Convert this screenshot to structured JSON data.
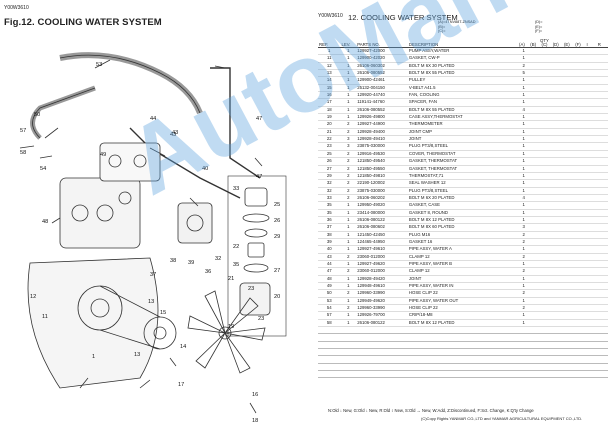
{
  "doc_id_left": "Y00W3610",
  "doc_id_right": "Y00W3610",
  "figure_title": "Fig.12.  COOLING WATER SYSTEM",
  "right_title": "12.  COOLING WATER SYSTEM",
  "watermark": "AutoManual",
  "models": {
    "a": "(A)=4TNV88T-ZNSAD",
    "b": "(B)=",
    "c": "(C)=",
    "d": "(D)=",
    "e": "(E)=",
    "f": "(F)="
  },
  "table": {
    "headers": {
      "ref": "REF.",
      "lev": "LEV.",
      "parts": "PARTS NO.",
      "desc": "DESCRIPTION",
      "qty": "QTY",
      "i": "I",
      "r": "R",
      "cols": [
        "(A)",
        "(B)",
        "(C)",
        "(D)",
        "(E)",
        "(F)"
      ]
    },
    "rows": [
      [
        "1",
        "1",
        "129927-42000",
        "PUMP ASSY,WATER",
        "1"
      ],
      [
        "11",
        "1",
        "129900-42020",
        "GASKET, CW-P",
        "1"
      ],
      [
        "12",
        "1",
        "26106-060302",
        "BOLT M 6X 30 PLATED",
        "2"
      ],
      [
        "13",
        "1",
        "26106-080552",
        "BOLT M 8X 55 PLATED",
        "5"
      ],
      [
        "14",
        "1",
        "129900-42461",
        "PULLEY",
        "1"
      ],
      [
        "15",
        "1",
        "25132-004150",
        "V-BELT A41.5",
        "1"
      ],
      [
        "16",
        "1",
        "129920-44740",
        "FAN, COOLING",
        "1"
      ],
      [
        "17",
        "1",
        "119141-44760",
        "SPACER, FAN",
        "1"
      ],
      [
        "18",
        "1",
        "26106-080552",
        "BOLT M 8X 55 PLATED",
        "4"
      ],
      [
        "19",
        "1",
        "129926-49800",
        "CASE ASSY,THERMOSTAT",
        "1"
      ],
      [
        "20",
        "2",
        "129927-44900",
        "THERMOMETER",
        "1"
      ],
      [
        "21",
        "2",
        "129928-49400",
        "JOINT CMP",
        "1"
      ],
      [
        "22",
        "3",
        "129928-49410",
        "JOINT",
        "1"
      ],
      [
        "23",
        "3",
        "23875-030000",
        "PLUG PT3/8,STEEL",
        "1"
      ],
      [
        "25",
        "2",
        "129916-49530",
        "COVER, THERMOSTAT",
        "1"
      ],
      [
        "26",
        "2",
        "121850-49540",
        "GASKET, THERMOSTAT",
        "1"
      ],
      [
        "27",
        "2",
        "121850-49550",
        "GASKET, THERMOSTAT",
        "1"
      ],
      [
        "29",
        "2",
        "121850-49810",
        "THERMOSTAT,71",
        "1"
      ],
      [
        "32",
        "2",
        "22190-120002",
        "SEAL WASHER 12",
        "1"
      ],
      [
        "32",
        "2",
        "23875-030000",
        "PLUG PT3/8,STEEL",
        "1"
      ],
      [
        "33",
        "2",
        "26106-060202",
        "BOLT M 6X 20 PLATED",
        "4"
      ],
      [
        "35",
        "1",
        "129950-49020",
        "GASKET, CASE",
        "1"
      ],
      [
        "35",
        "1",
        "23414-080000",
        "GASKET 8, ROUND",
        "1"
      ],
      [
        "36",
        "1",
        "26106-080122",
        "BOLT M 8X 12 PLATED",
        "1"
      ],
      [
        "37",
        "1",
        "26106-080602",
        "BOLT M 8X 60 PLATED",
        "3"
      ],
      [
        "38",
        "1",
        "121450-42450",
        "PLUG M16",
        "2"
      ],
      [
        "39",
        "1",
        "124465-44950",
        "GASKET 16",
        "2"
      ],
      [
        "40",
        "1",
        "129927-49610",
        "PIPE ASSY, WATER A",
        "1"
      ],
      [
        "43",
        "2",
        "23060-012000",
        "CLAMP 12",
        "2"
      ],
      [
        "44",
        "1",
        "129927-49620",
        "PIPE ASSY, WATER B",
        "1"
      ],
      [
        "47",
        "2",
        "23060-012000",
        "CLAMP 12",
        "2"
      ],
      [
        "48",
        "1",
        "129928-49420",
        "JOINT",
        "1"
      ],
      [
        "49",
        "1",
        "129948-49610",
        "PIPE ASSY, WATER IN",
        "1"
      ],
      [
        "50",
        "2",
        "129960-33990",
        "HOSE CLIP 22",
        "2"
      ],
      [
        "53",
        "1",
        "129949-49620",
        "PIPE ASSY, WATER OUT",
        "1"
      ],
      [
        "54",
        "2",
        "129960-33990",
        "HOSE CLIP 22",
        "2"
      ],
      [
        "57",
        "1",
        "129926-79700",
        "CRIP/18-M8",
        "1"
      ],
      [
        "58",
        "1",
        "26106-080122",
        "BOLT M 8X 12 PLATED",
        "1"
      ]
    ]
  },
  "footer_legend": "N:Old ↓ New,  G:Old ↓ New,  R:Old ↕ New,  S:Old ↔ New,  W:Add,  Z:Discontinued,  F:Sct. Change,  K:Q'ty Change",
  "footer_copyright": "(C)Copy Rights  YANMAR CO.,LTD and YANMAR AGRICULTURAL EQUIPMENT CO.,LTD.",
  "callouts": [
    "53",
    "57",
    "58",
    "50",
    "49",
    "54",
    "44",
    "43",
    "47",
    "48",
    "47",
    "40",
    "43",
    "33",
    "25",
    "26",
    "29",
    "35",
    "27",
    "22",
    "21",
    "32",
    "36",
    "23",
    "20",
    "12",
    "11",
    "1",
    "13",
    "15",
    "14",
    "38",
    "37",
    "39",
    "16",
    "17",
    "18",
    "19",
    "23",
    "13"
  ]
}
